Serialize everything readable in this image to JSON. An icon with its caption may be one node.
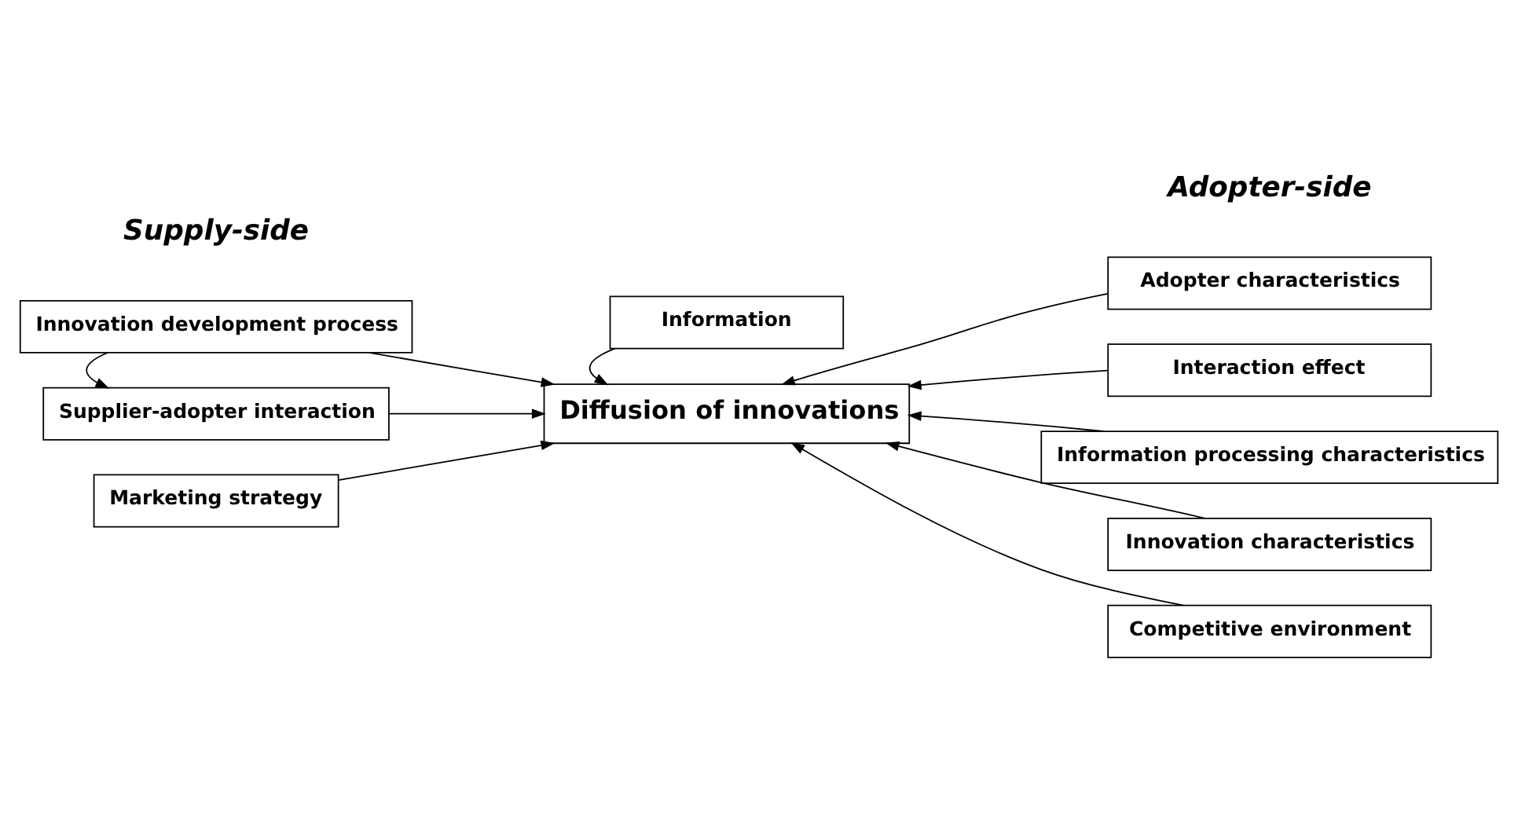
{
  "diagram": {
    "nodes": [
      {
        "text": [
          "Innovation development process"
        ]
      },
      {
        "text": [
          "Supplier-adopter interaction"
        ]
      },
      {
        "text": [
          "Marketing strategy"
        ]
      },
      {
        "text": [
          "Diffusion of innovations"
        ]
      },
      {
        "text": [
          "Information"
        ]
      },
      {
        "text": [
          "Adopter characteristics"
        ]
      },
      {
        "text": [
          "Interaction effect"
        ]
      },
      {
        "text": [
          "Information processing characteristics"
        ]
      },
      {
        "text": [
          "Innovation characteristics"
        ]
      },
      {
        "text": [
          "Competitive environment"
        ]
      }
    ],
    "edges": [
      {
        "from": 0,
        "to": 1,
        "arrow": "to"
      },
      {
        "from": 0,
        "to": 3,
        "arrow": "to"
      },
      {
        "from": 1,
        "to": 3,
        "arrow": "to"
      },
      {
        "from": 2,
        "to": 3,
        "arrow": "to"
      },
      {
        "from": 4,
        "to": 3,
        "arrow": "to"
      },
      {
        "from": 5,
        "to": 3,
        "arrow": "to"
      },
      {
        "from": 6,
        "to": 3,
        "arrow": "to"
      },
      {
        "from": 7,
        "to": 3,
        "arrow": "to"
      },
      {
        "from": 8,
        "to": 3,
        "arrow": "to"
      },
      {
        "from": 9,
        "to": 3,
        "arrow": "to"
      }
    ],
    "labels": [
      "Supply-side",
      "Adopter-side"
    ]
  }
}
